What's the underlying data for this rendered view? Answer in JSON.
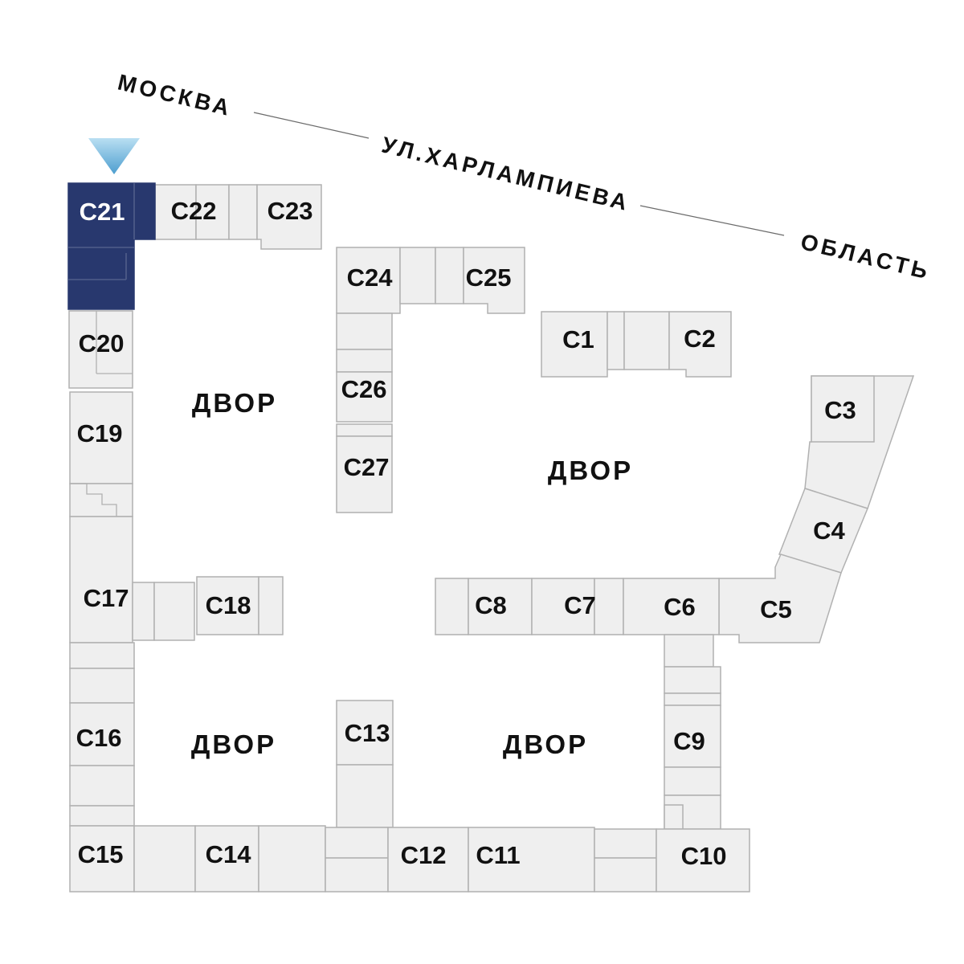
{
  "streets": {
    "left_direction": "МОСКВА",
    "street_name": "УЛ.ХАРЛАМПИЕВА",
    "right_direction": "ОБЛАСТЬ"
  },
  "courtyards": [
    "ДВОР",
    "ДВОР",
    "ДВОР",
    "ДВОР"
  ],
  "colors": {
    "selected_fill": "#28386e",
    "block_fill": "#efefef",
    "block_border": "#b1b1b1",
    "arrow_top": "#b9dff2",
    "arrow_tip": "#4d9ecf"
  },
  "selected_building": "С21",
  "buildings": {
    "c1": {
      "label": "С1"
    },
    "c2": {
      "label": "С2"
    },
    "c3": {
      "label": "С3"
    },
    "c4": {
      "label": "С4"
    },
    "c5": {
      "label": "С5"
    },
    "c6": {
      "label": "С6"
    },
    "c7": {
      "label": "С7"
    },
    "c8": {
      "label": "С8"
    },
    "c9": {
      "label": "С9"
    },
    "c10": {
      "label": "С10"
    },
    "c11": {
      "label": "С11"
    },
    "c12": {
      "label": "С12"
    },
    "c13": {
      "label": "С13"
    },
    "c14": {
      "label": "С14"
    },
    "c15": {
      "label": "С15"
    },
    "c16": {
      "label": "С16"
    },
    "c17": {
      "label": "С17"
    },
    "c18": {
      "label": "С18"
    },
    "c19": {
      "label": "С19"
    },
    "c20": {
      "label": "С20"
    },
    "c21": {
      "label": "С21"
    },
    "c22": {
      "label": "С22"
    },
    "c23": {
      "label": "С23"
    },
    "c24": {
      "label": "С24"
    },
    "c25": {
      "label": "С25"
    },
    "c26": {
      "label": "С26"
    },
    "c27": {
      "label": "С27"
    }
  }
}
